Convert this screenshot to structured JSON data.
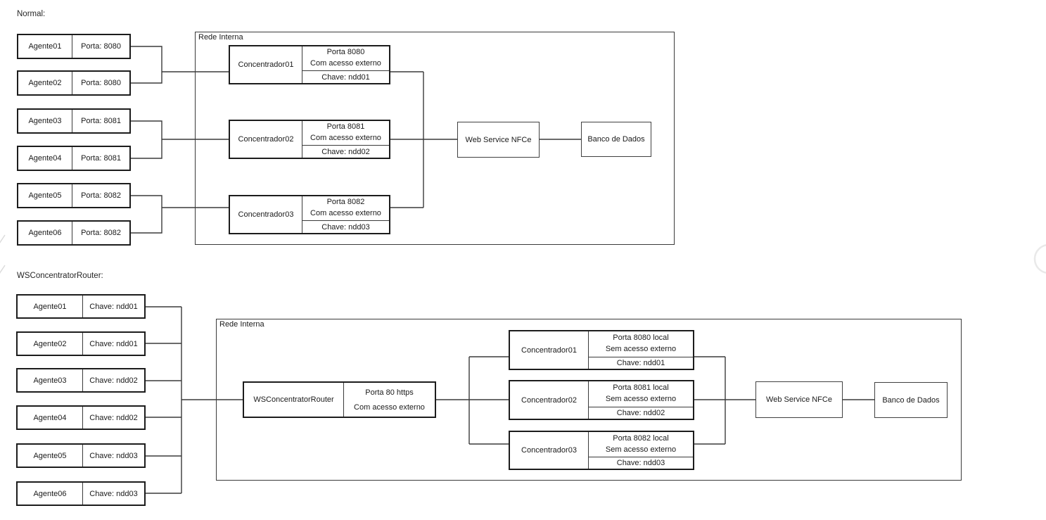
{
  "normal": {
    "title": "Normal:",
    "network_label": "Rede Interna",
    "agents": [
      {
        "name": "Agente01",
        "info": "Porta: 8080"
      },
      {
        "name": "Agente02",
        "info": "Porta: 8080"
      },
      {
        "name": "Agente03",
        "info": "Porta: 8081"
      },
      {
        "name": "Agente04",
        "info": "Porta: 8081"
      },
      {
        "name": "Agente05",
        "info": "Porta: 8082"
      },
      {
        "name": "Agente06",
        "info": "Porta: 8082"
      }
    ],
    "concentrators": [
      {
        "name": "Concentrador01",
        "port": "Porta 8080",
        "access": "Com acesso externo",
        "key": "Chave: ndd01"
      },
      {
        "name": "Concentrador02",
        "port": "Porta 8081",
        "access": "Com acesso externo",
        "key": "Chave: ndd02"
      },
      {
        "name": "Concentrador03",
        "port": "Porta 8082",
        "access": "Com acesso externo",
        "key": "Chave: ndd03"
      }
    ],
    "webservice": "Web Service NFCe",
    "database": "Banco de Dados"
  },
  "router_diagram": {
    "title": "WSConcentratorRouter:",
    "network_label": "Rede Interna",
    "agents": [
      {
        "name": "Agente01",
        "info": "Chave: ndd01"
      },
      {
        "name": "Agente02",
        "info": "Chave: ndd01"
      },
      {
        "name": "Agente03",
        "info": "Chave: ndd02"
      },
      {
        "name": "Agente04",
        "info": "Chave: ndd02"
      },
      {
        "name": "Agente05",
        "info": "Chave: ndd03"
      },
      {
        "name": "Agente06",
        "info": "Chave: ndd03"
      }
    ],
    "router": {
      "name": "WSConcentratorRouter",
      "port": "Porta 80 https",
      "access": "Com acesso externo"
    },
    "concentrators": [
      {
        "name": "Concentrador01",
        "port": "Porta 8080 local",
        "access": "Sem acesso externo",
        "key": "Chave: ndd01"
      },
      {
        "name": "Concentrador02",
        "port": "Porta 8081 local",
        "access": "Sem acesso externo",
        "key": "Chave: ndd02"
      },
      {
        "name": "Concentrador03",
        "port": "Porta 8082 local",
        "access": "Sem acesso externo",
        "key": "Chave: ndd03"
      }
    ],
    "webservice": "Web Service NFCe",
    "database": "Banco de Dados"
  }
}
